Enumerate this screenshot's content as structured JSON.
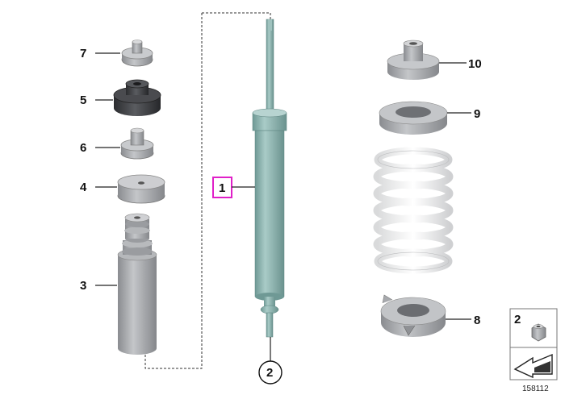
{
  "callouts": {
    "c1": "1",
    "c2_bottom": "2",
    "c3": "3",
    "c4": "4",
    "c5": "5",
    "c6": "6",
    "c7": "7",
    "c8": "8",
    "c9": "9",
    "c10": "10",
    "c2_inset": "2"
  },
  "image_number": "158112",
  "colors": {
    "shock": "#8fb6b2",
    "rubber_dark": "#3f4043",
    "metal_grey": "#a9abaf",
    "spring_white": "#f2f2f2",
    "highlight_box": "#e020c8"
  }
}
